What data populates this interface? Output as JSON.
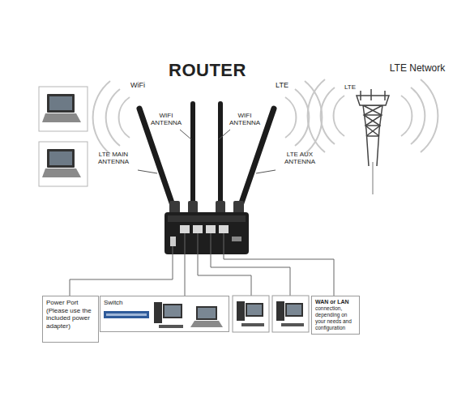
{
  "diagram": {
    "title": "ROUTER",
    "nodes": [
      {
        "text": [
          "Power Port (Please use the included power adapter)"
        ]
      },
      {
        "text": [
          "Switch"
        ]
      },
      {
        "text": [
          "WAN or LAN",
          "connection, depending on your needs and configuration"
        ]
      }
    ],
    "labels": [
      "WiFi",
      "LTE",
      "WIFI ANTENNA",
      "WIFI ANTENNA",
      "LTE MAIN ANTENNA",
      "LTE AUX ANTENNA",
      "LTE Network",
      "LTE"
    ]
  }
}
